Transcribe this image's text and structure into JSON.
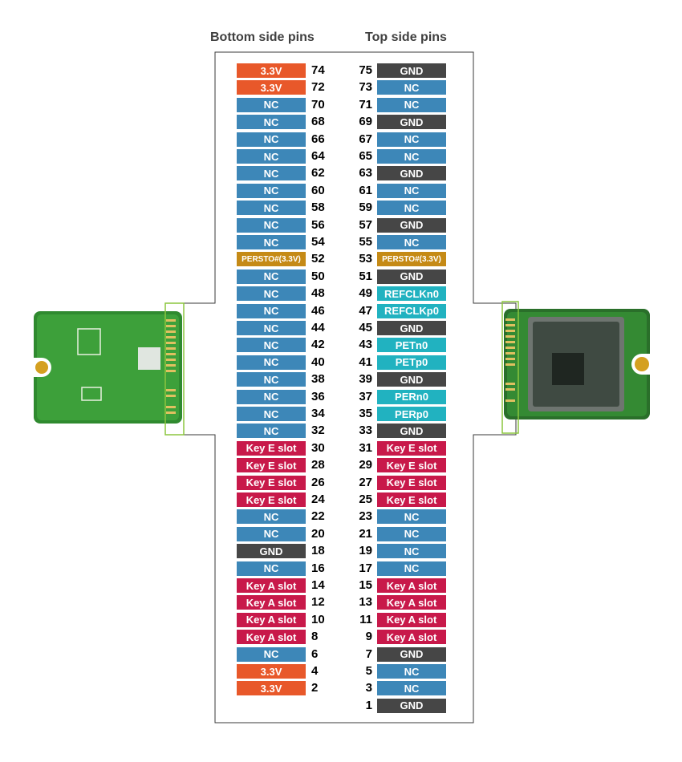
{
  "headers": {
    "bottom": "Bottom side pins",
    "top": "Top side pins"
  },
  "colors": {
    "3.3V": "#e8582a",
    "NC": "#3d87b8",
    "GND": "#464646",
    "PERSTO#(3.3V)": "#c58a16",
    "Key E slot": "#c8194a",
    "Key A slot": "#c8194a",
    "REFCLKn0": "#21b2c0",
    "REFCLKp0": "#21b2c0",
    "PETn0": "#21b2c0",
    "PETp0": "#21b2c0",
    "PERn0": "#21b2c0",
    "PERp0": "#21b2c0",
    "frame": "#3a3a3a",
    "highlight": "#8cc63f"
  },
  "bottom_pins": [
    {
      "num": "74",
      "label": "3.3V"
    },
    {
      "num": "72",
      "label": "3.3V"
    },
    {
      "num": "70",
      "label": "NC"
    },
    {
      "num": "68",
      "label": "NC"
    },
    {
      "num": "66",
      "label": "NC"
    },
    {
      "num": "64",
      "label": "NC"
    },
    {
      "num": "62",
      "label": "NC"
    },
    {
      "num": "60",
      "label": "NC"
    },
    {
      "num": "58",
      "label": "NC"
    },
    {
      "num": "56",
      "label": "NC"
    },
    {
      "num": "54",
      "label": "NC"
    },
    {
      "num": "52",
      "label": "PERSTO#(3.3V)"
    },
    {
      "num": "50",
      "label": "NC"
    },
    {
      "num": "48",
      "label": "NC"
    },
    {
      "num": "46",
      "label": "NC"
    },
    {
      "num": "44",
      "label": "NC"
    },
    {
      "num": "42",
      "label": "NC"
    },
    {
      "num": "40",
      "label": "NC"
    },
    {
      "num": "38",
      "label": "NC"
    },
    {
      "num": "36",
      "label": "NC"
    },
    {
      "num": "34",
      "label": "NC"
    },
    {
      "num": "32",
      "label": "NC"
    },
    {
      "num": "30",
      "label": "Key E slot"
    },
    {
      "num": "28",
      "label": "Key E slot"
    },
    {
      "num": "26",
      "label": "Key E slot"
    },
    {
      "num": "24",
      "label": "Key E slot"
    },
    {
      "num": "22",
      "label": "NC"
    },
    {
      "num": "20",
      "label": "NC"
    },
    {
      "num": "18",
      "label": "GND"
    },
    {
      "num": "16",
      "label": "NC"
    },
    {
      "num": "14",
      "label": "Key A slot"
    },
    {
      "num": "12",
      "label": "Key A slot"
    },
    {
      "num": "10",
      "label": "Key A slot"
    },
    {
      "num": "8",
      "label": "Key A slot"
    },
    {
      "num": "6",
      "label": "NC"
    },
    {
      "num": "4",
      "label": "3.3V"
    },
    {
      "num": "2",
      "label": "3.3V"
    }
  ],
  "top_pins": [
    {
      "num": "75",
      "label": "GND"
    },
    {
      "num": "73",
      "label": "NC"
    },
    {
      "num": "71",
      "label": "NC"
    },
    {
      "num": "69",
      "label": "GND"
    },
    {
      "num": "67",
      "label": "NC"
    },
    {
      "num": "65",
      "label": "NC"
    },
    {
      "num": "63",
      "label": "GND"
    },
    {
      "num": "61",
      "label": "NC"
    },
    {
      "num": "59",
      "label": "NC"
    },
    {
      "num": "57",
      "label": "GND"
    },
    {
      "num": "55",
      "label": "NC"
    },
    {
      "num": "53",
      "label": "PERSTO#(3.3V)"
    },
    {
      "num": "51",
      "label": "GND"
    },
    {
      "num": "49",
      "label": "REFCLKn0"
    },
    {
      "num": "47",
      "label": "REFCLKp0"
    },
    {
      "num": "45",
      "label": "GND"
    },
    {
      "num": "43",
      "label": "PETn0"
    },
    {
      "num": "41",
      "label": "PETp0"
    },
    {
      "num": "39",
      "label": "GND"
    },
    {
      "num": "37",
      "label": "PERn0"
    },
    {
      "num": "35",
      "label": "PERp0"
    },
    {
      "num": "33",
      "label": "GND"
    },
    {
      "num": "31",
      "label": "Key E slot"
    },
    {
      "num": "29",
      "label": "Key E slot"
    },
    {
      "num": "27",
      "label": "Key E slot"
    },
    {
      "num": "25",
      "label": "Key E slot"
    },
    {
      "num": "23",
      "label": "NC"
    },
    {
      "num": "21",
      "label": "NC"
    },
    {
      "num": "19",
      "label": "NC"
    },
    {
      "num": "17",
      "label": "NC"
    },
    {
      "num": "15",
      "label": "Key A slot"
    },
    {
      "num": "13",
      "label": "Key A slot"
    },
    {
      "num": "11",
      "label": "Key A slot"
    },
    {
      "num": "9",
      "label": "Key A slot"
    },
    {
      "num": "7",
      "label": "GND"
    },
    {
      "num": "5",
      "label": "NC"
    },
    {
      "num": "3",
      "label": "NC"
    },
    {
      "num": "1",
      "label": "GND"
    }
  ]
}
